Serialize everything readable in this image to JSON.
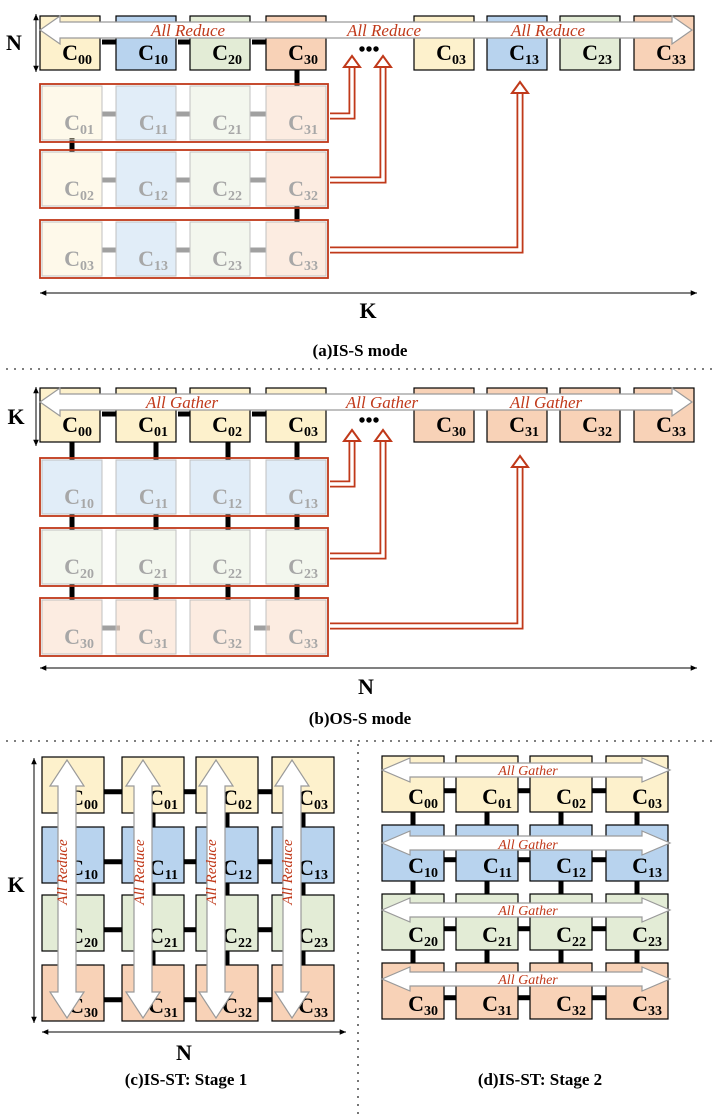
{
  "colors": {
    "row0": "#fdf1cc",
    "row1": "#b8d3ee",
    "row2": "#e3ecd6",
    "row3": "#f8d2b7",
    "faded_border": "#c0c0c0",
    "accent": "#c0391a",
    "link": "#000000",
    "faded_link": "#a0a0a0"
  },
  "panel_a": {
    "caption": "(a)IS-S mode",
    "axis_left": "N",
    "axis_bottom": "K",
    "collective": "All Reduce",
    "ellipsis": "•••",
    "top_cells": [
      {
        "b": "C",
        "s": "00"
      },
      {
        "b": "C",
        "s": "10"
      },
      {
        "b": "C",
        "s": "20"
      },
      {
        "b": "C",
        "s": "30"
      },
      {
        "b": "C",
        "s": "03"
      },
      {
        "b": "C",
        "s": "13"
      },
      {
        "b": "C",
        "s": "23"
      },
      {
        "b": "C",
        "s": "33"
      }
    ],
    "groups": [
      [
        {
          "b": "C",
          "s": "01"
        },
        {
          "b": "C",
          "s": "11"
        },
        {
          "b": "C",
          "s": "21"
        },
        {
          "b": "C",
          "s": "31"
        }
      ],
      [
        {
          "b": "C",
          "s": "02"
        },
        {
          "b": "C",
          "s": "12"
        },
        {
          "b": "C",
          "s": "22"
        },
        {
          "b": "C",
          "s": "32"
        }
      ],
      [
        {
          "b": "C",
          "s": "03"
        },
        {
          "b": "C",
          "s": "13"
        },
        {
          "b": "C",
          "s": "23"
        },
        {
          "b": "C",
          "s": "33"
        }
      ]
    ]
  },
  "panel_b": {
    "caption": "(b)OS-S mode",
    "axis_left": "K",
    "axis_bottom": "N",
    "collective": "All Gather",
    "ellipsis": "•••",
    "top_cells": [
      {
        "b": "C",
        "s": "00"
      },
      {
        "b": "C",
        "s": "01"
      },
      {
        "b": "C",
        "s": "02"
      },
      {
        "b": "C",
        "s": "03"
      },
      {
        "b": "C",
        "s": "30"
      },
      {
        "b": "C",
        "s": "31"
      },
      {
        "b": "C",
        "s": "32"
      },
      {
        "b": "C",
        "s": "33"
      }
    ],
    "groups": [
      [
        {
          "b": "C",
          "s": "10"
        },
        {
          "b": "C",
          "s": "11"
        },
        {
          "b": "C",
          "s": "12"
        },
        {
          "b": "C",
          "s": "13"
        }
      ],
      [
        {
          "b": "C",
          "s": "20"
        },
        {
          "b": "C",
          "s": "21"
        },
        {
          "b": "C",
          "s": "22"
        },
        {
          "b": "C",
          "s": "23"
        }
      ],
      [
        {
          "b": "C",
          "s": "30"
        },
        {
          "b": "C",
          "s": "31"
        },
        {
          "b": "C",
          "s": "32"
        },
        {
          "b": "C",
          "s": "33"
        }
      ]
    ]
  },
  "panel_c": {
    "caption": "(c)IS-ST: Stage 1",
    "axis_left": "K",
    "axis_bottom": "N",
    "collective": "All Reduce",
    "grid": [
      [
        {
          "b": "C",
          "s": "00"
        },
        {
          "b": "C",
          "s": "01"
        },
        {
          "b": "C",
          "s": "02"
        },
        {
          "b": "C",
          "s": "03"
        }
      ],
      [
        {
          "b": "C",
          "s": "10"
        },
        {
          "b": "C",
          "s": "11"
        },
        {
          "b": "C",
          "s": "12"
        },
        {
          "b": "C",
          "s": "13"
        }
      ],
      [
        {
          "b": "C",
          "s": "20"
        },
        {
          "b": "C",
          "s": "21"
        },
        {
          "b": "C",
          "s": "22"
        },
        {
          "b": "C",
          "s": "23"
        }
      ],
      [
        {
          "b": "C",
          "s": "30"
        },
        {
          "b": "C",
          "s": "31"
        },
        {
          "b": "C",
          "s": "32"
        },
        {
          "b": "C",
          "s": "33"
        }
      ]
    ]
  },
  "panel_d": {
    "caption": "(d)IS-ST: Stage 2",
    "collective": "All Gather",
    "grid": [
      [
        {
          "b": "C",
          "s": "00"
        },
        {
          "b": "C",
          "s": "01"
        },
        {
          "b": "C",
          "s": "02"
        },
        {
          "b": "C",
          "s": "03"
        }
      ],
      [
        {
          "b": "C",
          "s": "10"
        },
        {
          "b": "C",
          "s": "11"
        },
        {
          "b": "C",
          "s": "12"
        },
        {
          "b": "C",
          "s": "13"
        }
      ],
      [
        {
          "b": "C",
          "s": "20"
        },
        {
          "b": "C",
          "s": "21"
        },
        {
          "b": "C",
          "s": "22"
        },
        {
          "b": "C",
          "s": "23"
        }
      ],
      [
        {
          "b": "C",
          "s": "30"
        },
        {
          "b": "C",
          "s": "31"
        },
        {
          "b": "C",
          "s": "32"
        },
        {
          "b": "C",
          "s": "33"
        }
      ]
    ]
  }
}
